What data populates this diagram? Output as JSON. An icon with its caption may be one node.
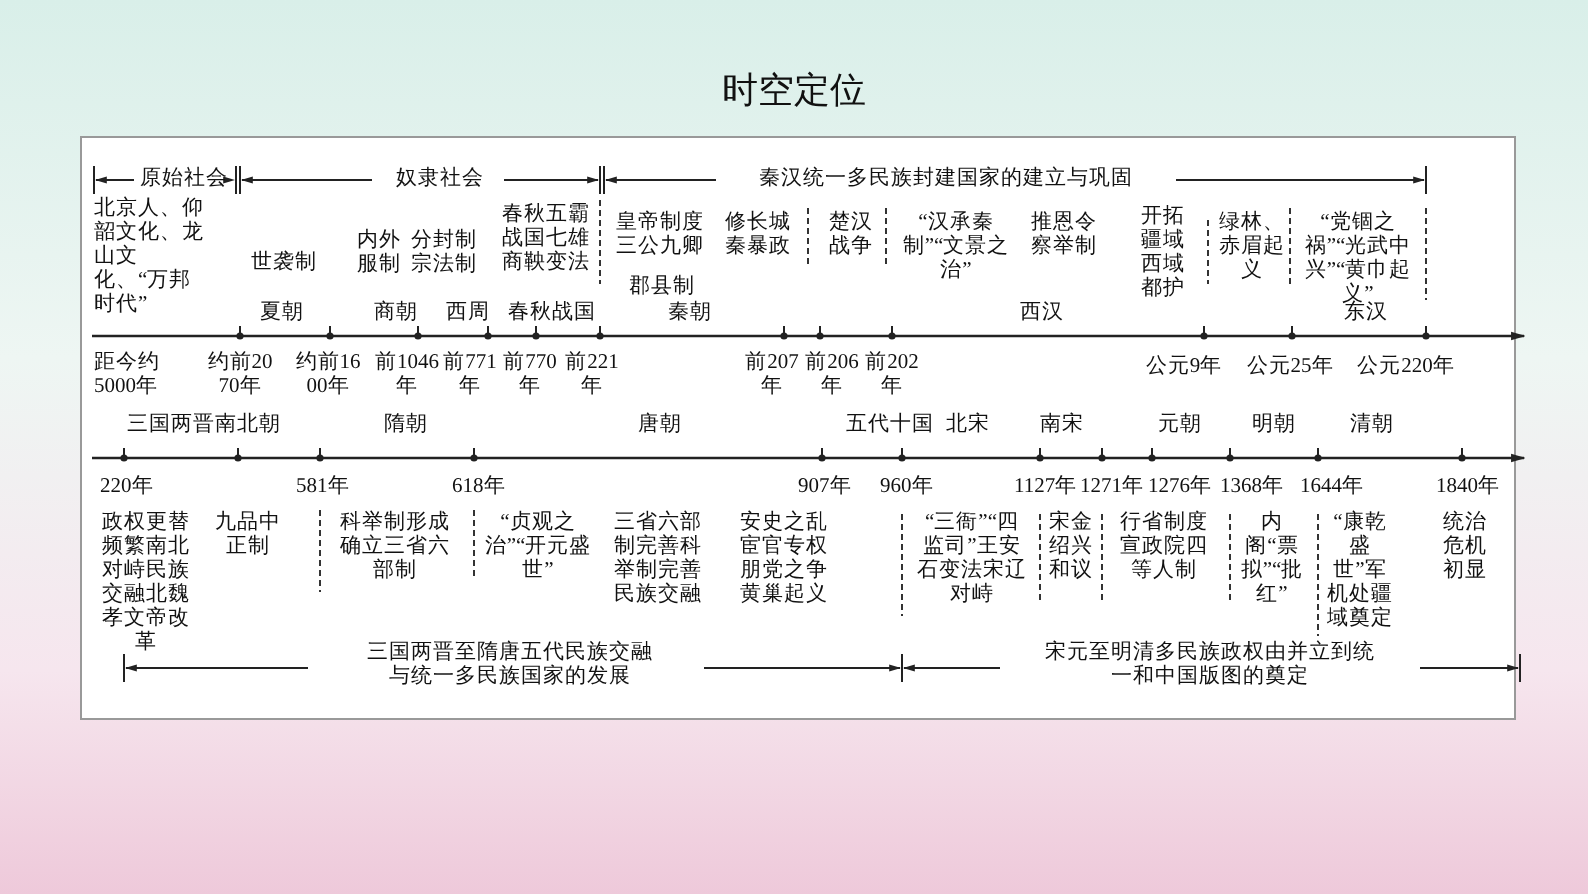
{
  "diagram": {
    "title": "时空定位",
    "labels": [
      "原始社会",
      "奴隶社会",
      "秦汉统一多民族封建国家的建立与巩固",
      "北京人、仰韶文化、龙山文化、“万邦时代”",
      "世袭制",
      "内外服制",
      "分封制宗法制",
      "春秋五霸战国七雄商鞅变法",
      "皇帝制度三公九卿",
      "修长城秦暴政",
      "郡县制",
      "楚汉战争",
      "“汉承秦制”“文景之治”",
      "推恩令察举制",
      "开拓疆域西域都护",
      "绿林、赤眉起义",
      "“党锢之祸”“光武中兴”“黄巾起义”",
      "夏朝",
      "商朝",
      "西周",
      "春秋战国",
      "秦朝",
      "西汉",
      "东汉",
      "距今约5000年",
      "约前2070年",
      "约前1600年",
      "前1046年",
      "前771年",
      "前770年",
      "前221年",
      "前207年",
      "前206年",
      "前202年",
      "公元9年",
      "公元25年",
      "公元220年",
      "三国两晋南北朝",
      "隋朝",
      "唐朝",
      "五代十国",
      "北宋",
      "南宋",
      "元朝",
      "明朝",
      "清朝",
      "220年",
      "581年",
      "618年",
      "907年",
      "960年",
      "1127年",
      "1271年",
      "1276年",
      "1368年",
      "1644年",
      "1840年",
      "政权更替频繁南北对峙民族交融北魏孝文帝改革",
      "九品中正制",
      "科举制形成确立三省六部制",
      "“贞观之治”“开元盛世”",
      "三省六部制完善科举制完善民族交融",
      "安史之乱宦官专权朋党之争黄巢起义",
      "“三衙”“四监司”王安石变法宋辽对峙",
      "宋金绍兴和议",
      "行省制度宣政院四等人制",
      "内阁“票拟”“批红”",
      "“康乾盛世”军机处疆域奠定",
      "统治危机初显",
      "三国两晋至隋唐五代民族交融与统一多民族国家的发展",
      "宋元至明清多民族政权由并立到统一和中国版图的奠定"
    ]
  }
}
